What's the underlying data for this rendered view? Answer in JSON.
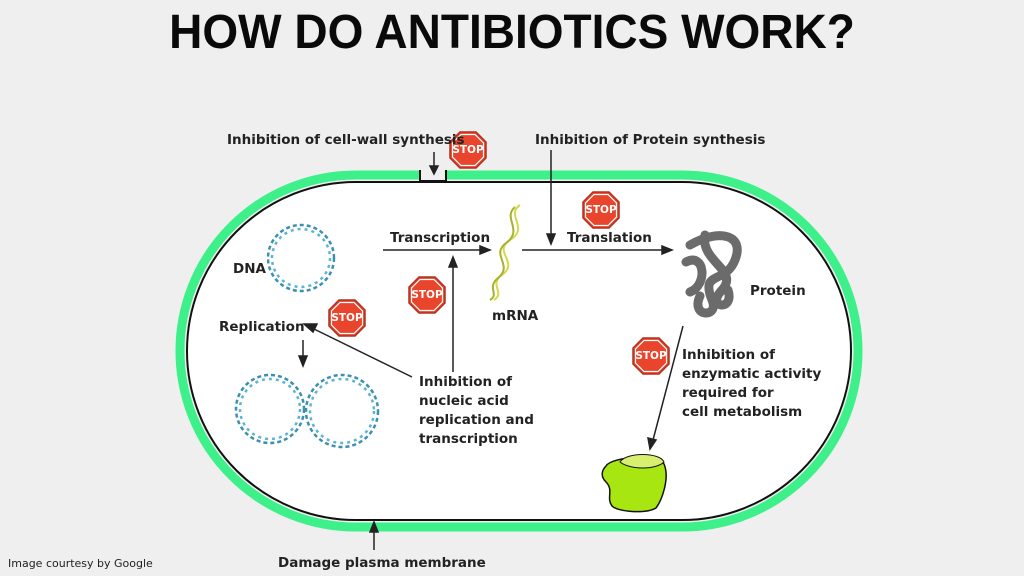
{
  "title": "HOW DO ANTIBIOTICS WORK?",
  "credit": "Image courtesy by Google",
  "stop_label": "STOP",
  "labels": {
    "cell_wall": "Inhibition of cell-wall synthesis",
    "protein_synthesis": "Inhibition of Protein synthesis",
    "transcription": "Transcription",
    "translation": "Translation",
    "dna": "DNA",
    "replication": "Replication",
    "mrna": "mRNA",
    "protein": "Protein",
    "nucleic_line1": "Inhibition of",
    "nucleic_line2": "nucleic acid",
    "nucleic_line3": "replication and",
    "nucleic_line4": "transcription",
    "enzyme_line1": "Inhibition of",
    "enzyme_line2": "enzymatic activity",
    "enzyme_line3": "required for",
    "enzyme_line4": "cell metabolism",
    "membrane": "Damage plasma membrane"
  },
  "colors": {
    "cell_wall": "#3ef08a",
    "dna": "#3b90b2",
    "mrna": "#d4d94a",
    "protein": "#6b6b6b",
    "enzyme": "#a8e612",
    "stop": "#e8452c"
  }
}
